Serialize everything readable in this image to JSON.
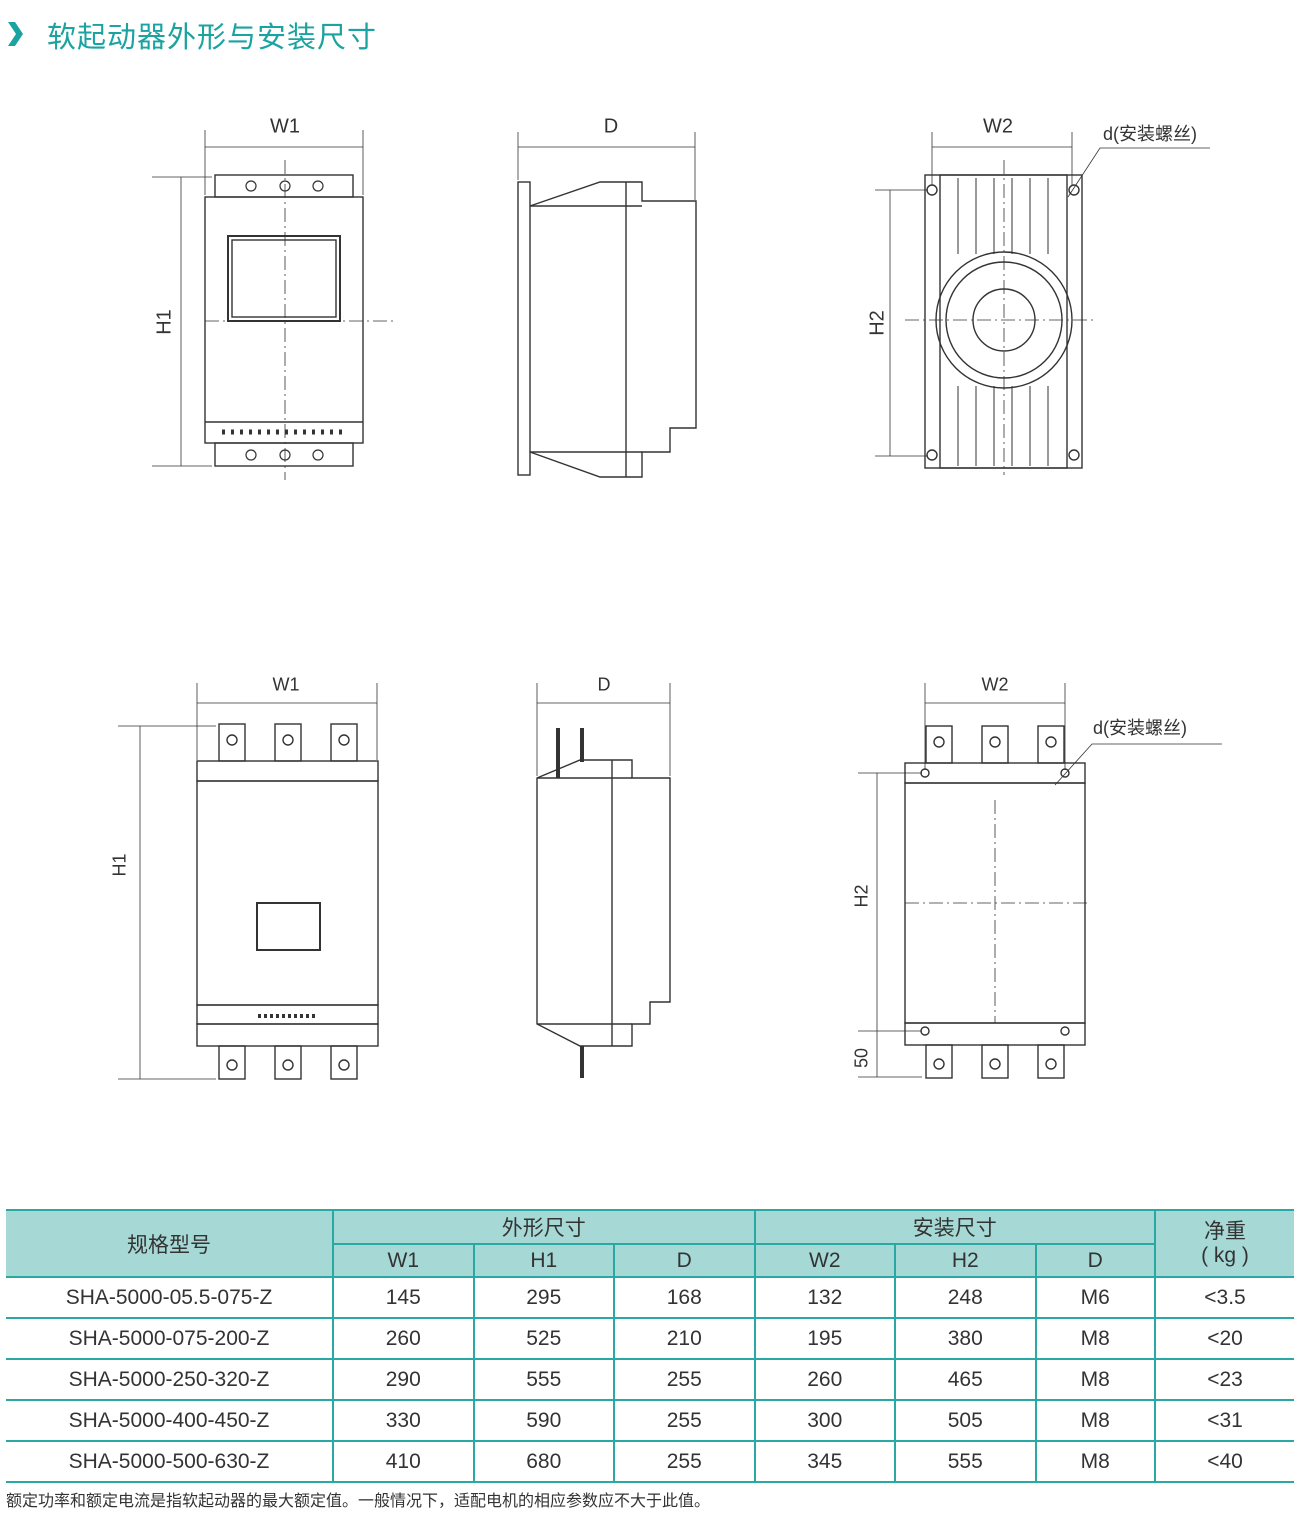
{
  "title": "软起动器外形与安装尺寸",
  "drawings": {
    "top": {
      "w1": "W1",
      "h1": "H1",
      "d": "D",
      "w2": "W2",
      "h2": "H2",
      "screw": "d(安装螺丝)"
    },
    "bottom": {
      "w1": "W1",
      "h1": "H1",
      "d": "D",
      "w2": "W2",
      "h2": "H2",
      "screw": "d(安装螺丝)",
      "offset": "50"
    }
  },
  "table": {
    "model_header": "规格型号",
    "group_outline": "外形尺寸",
    "group_install": "安装尺寸",
    "weight_header": "净重",
    "weight_unit": "( kg )",
    "sub": [
      "W1",
      "H1",
      "D",
      "W2",
      "H2",
      "D"
    ],
    "rows": [
      [
        "SHA-5000-05.5-075-Z",
        "145",
        "295",
        "168",
        "132",
        "248",
        "M6",
        "<3.5"
      ],
      [
        "SHA-5000-075-200-Z",
        "260",
        "525",
        "210",
        "195",
        "380",
        "M8",
        "<20"
      ],
      [
        "SHA-5000-250-320-Z",
        "290",
        "555",
        "255",
        "260",
        "465",
        "M8",
        "<23"
      ],
      [
        "SHA-5000-400-450-Z",
        "330",
        "590",
        "255",
        "300",
        "505",
        "M8",
        "<31"
      ],
      [
        "SHA-5000-500-630-Z",
        "410",
        "680",
        "255",
        "345",
        "555",
        "M8",
        "<40"
      ]
    ]
  },
  "footnote": "额定功率和额定电流是指软起动器的最大额定值。一般情况下，适配电机的相应参数应不大于此值。",
  "colors": {
    "accent": "#1aa3a0",
    "header_bg": "#a6d9d6",
    "rule": "#2aa8a3"
  }
}
